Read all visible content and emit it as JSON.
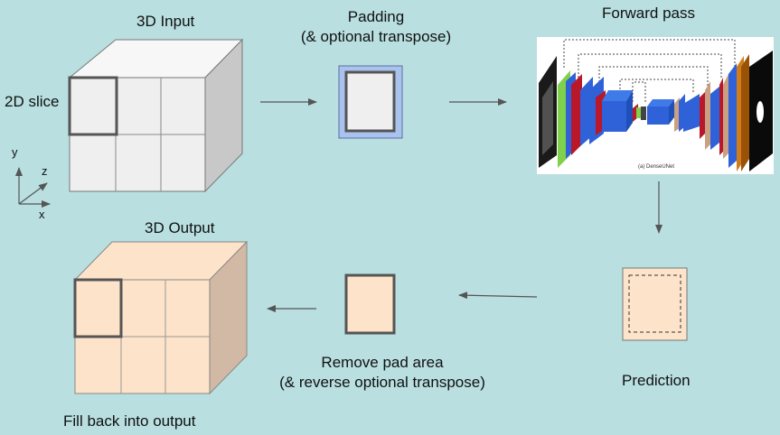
{
  "input_title": "3D Input",
  "slice_label": "2D slice",
  "axes": {
    "x": "x",
    "y": "y",
    "z": "z"
  },
  "padding": {
    "line1": "Padding",
    "line2": "(& optional transpose)"
  },
  "forward_title": "Forward pass",
  "network_caption": "(a) DenseUNet",
  "prediction_label": "Prediction",
  "remove_pad": {
    "line1": "Remove pad area",
    "line2": "(& reverse optional transpose)"
  },
  "output_title": "3D Output",
  "fill_label": "Fill back into output",
  "colors": {
    "background": "#b9dfe0",
    "input_cube": "#efefef",
    "output_cube": "#fde3c9",
    "padding_frame": "#a9c3ee",
    "arrow": "#555555"
  }
}
